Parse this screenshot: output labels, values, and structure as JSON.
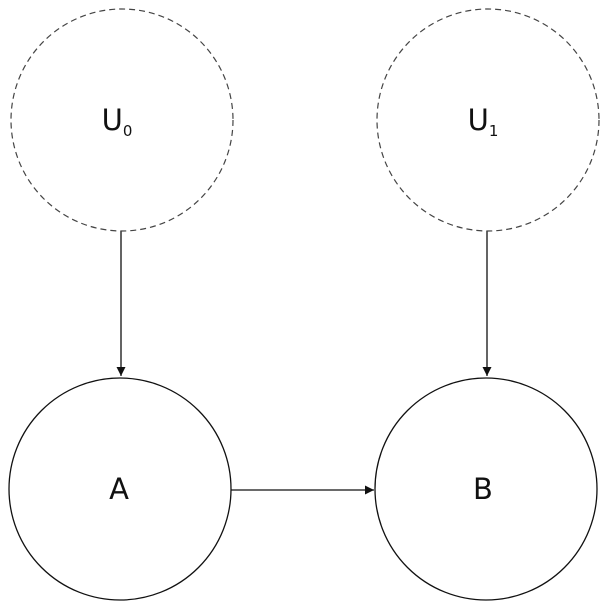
{
  "diagram": {
    "type": "causal-graph",
    "nodes": [
      {
        "id": "U0",
        "label": "U",
        "subscript": "0",
        "style": "dashed",
        "role": "latent"
      },
      {
        "id": "U1",
        "label": "U",
        "subscript": "1",
        "style": "dashed",
        "role": "latent"
      },
      {
        "id": "A",
        "label": "A",
        "subscript": "",
        "style": "solid",
        "role": "observed"
      },
      {
        "id": "B",
        "label": "B",
        "subscript": "",
        "style": "solid",
        "role": "observed"
      }
    ],
    "edges": [
      {
        "from": "U0",
        "to": "A"
      },
      {
        "from": "U1",
        "to": "B"
      },
      {
        "from": "A",
        "to": "B"
      }
    ],
    "colors": {
      "stroke": "#111111",
      "dashed_stroke": "#444444",
      "background": "#ffffff"
    }
  }
}
